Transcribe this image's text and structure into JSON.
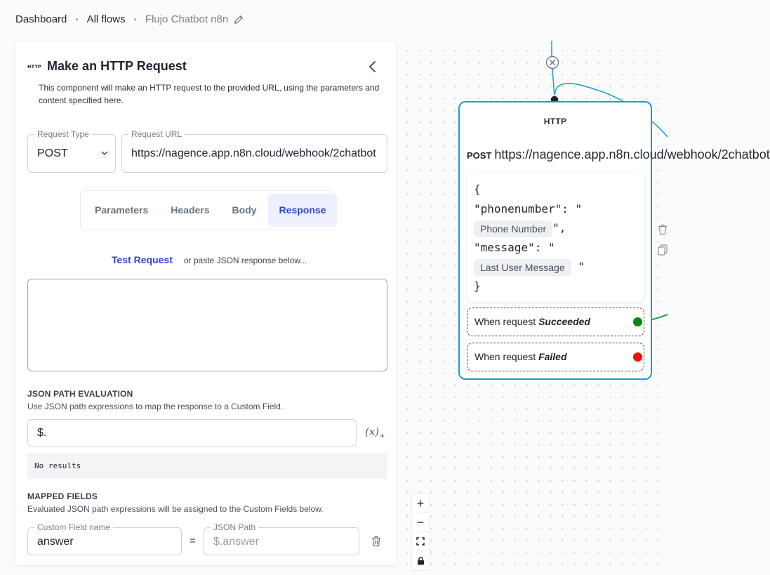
{
  "breadcrumb": {
    "items": [
      "Dashboard",
      "All flows",
      "Flujo Chatbot n8n"
    ]
  },
  "panel": {
    "tag": "HTTP",
    "title": "Make an HTTP Request",
    "description": "This component will make an HTTP request to the provided URL, using the parameters and content specified here.",
    "request_type": {
      "label": "Request Type",
      "value": "POST"
    },
    "request_url": {
      "label": "Request URL",
      "value": "https://nagence.app.n8n.cloud/webhook/2chatbot"
    },
    "tabs": [
      {
        "label": "Parameters",
        "active": false
      },
      {
        "label": "Headers",
        "active": false
      },
      {
        "label": "Body",
        "active": false
      },
      {
        "label": "Response",
        "active": true
      }
    ],
    "test_request_label": "Test Request",
    "test_request_hint": "or paste JSON response below...",
    "response_value": "",
    "json_path_section": {
      "title": "JSON PATH EVALUATION",
      "description": "Use JSON path expressions to map the response to a Custom Field.",
      "input_value": "$.",
      "var_icon_label": "(x)",
      "results": "No results"
    },
    "mapped_fields_section": {
      "title": "MAPPED FIELDS",
      "description": "Evaluated JSON path expressions will be assigned to the Custom Fields below.",
      "custom_field": {
        "label": "Custom Field name",
        "value": "answer"
      },
      "equals": "=",
      "json_path": {
        "label": "JSON Path",
        "placeholder": "$.answer"
      }
    }
  },
  "zoom_controls": [
    "+",
    "−",
    "⛶",
    "🔒"
  ],
  "node": {
    "title": "HTTP",
    "method": "POST",
    "url": "https://nagence.app.n8n.cloud/webhook/2chatbot",
    "body": {
      "open": "{",
      "key1": "\"phonenumber\": \"",
      "pill1": "Phone Number",
      "after1": "\",",
      "key2": "\"message\": \"",
      "pill2": "Last User Message",
      "after2": "\"",
      "close": "}"
    },
    "success": {
      "prefix": "When request",
      "status": "Succeeded",
      "color": "#0a8a12"
    },
    "failure": {
      "prefix": "When request",
      "status": "Failed",
      "color": "#f01010"
    }
  },
  "colors": {
    "accent": "#2f47c9",
    "node_border": "#1e9bd1"
  }
}
